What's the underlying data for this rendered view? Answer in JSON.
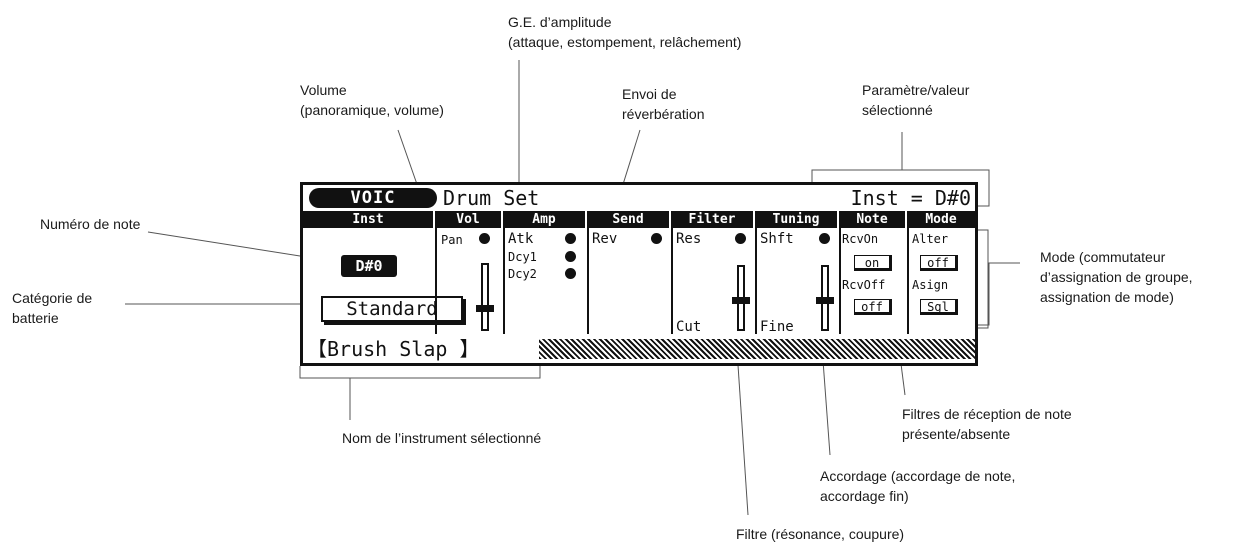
{
  "callouts": {
    "amplitude_eg": {
      "line1": "G.E. d’amplitude",
      "line2": "(attaque, estompement, relâchement)"
    },
    "volume": {
      "line1": "Volume",
      "line2": "(panoramique, volume)"
    },
    "reverb_send": {
      "line1": "Envoi de",
      "line2": "réverbération"
    },
    "selected_param": {
      "line1": "Paramètre/valeur",
      "line2": "sélectionné"
    },
    "note_number": {
      "line1": "Numéro de note"
    },
    "drum_category": {
      "line1": "Catégorie de",
      "line2": "batterie"
    },
    "mode": {
      "line1": "Mode (commutateur",
      "line2": "d’assignation de groupe,",
      "line3": "assignation de mode)"
    },
    "note_filters": {
      "line1": "Filtres de réception de note",
      "line2": "présente/absente"
    },
    "instrument_name": {
      "line1": "Nom de l’instrument sélectionné"
    },
    "tuning": {
      "line1": "Accordage (accordage de note,",
      "line2": "accordage fin)"
    },
    "filter": {
      "line1": "Filtre (résonance, coupure)"
    }
  },
  "lcd": {
    "title": "VOIC",
    "mode": "Drum Set",
    "param_value": "Inst = D#0",
    "tabs": [
      "Inst",
      "Vol",
      "Amp",
      "Send",
      "Filter",
      "Tuning",
      "Note",
      "Mode"
    ],
    "note_number": "D#0",
    "category": "Standard",
    "instrument": "【Brush Slap 】",
    "vol": {
      "pan": "Pan"
    },
    "amp": {
      "atk": "Atk",
      "dcy1": "Dcy1",
      "dcy2": "Dcy2"
    },
    "send": {
      "rev": "Rev"
    },
    "filter": {
      "res": "Res",
      "cut": "Cut"
    },
    "tuning": {
      "shft": "Shft",
      "fine": "Fine"
    },
    "note": {
      "rcv_on": "RcvOn",
      "on": "on",
      "rcv_off": "RcvOff",
      "off": "off"
    },
    "modecol": {
      "alter": "Alter",
      "off": "off",
      "asign": "Asign",
      "sgl": "Sgl"
    }
  }
}
